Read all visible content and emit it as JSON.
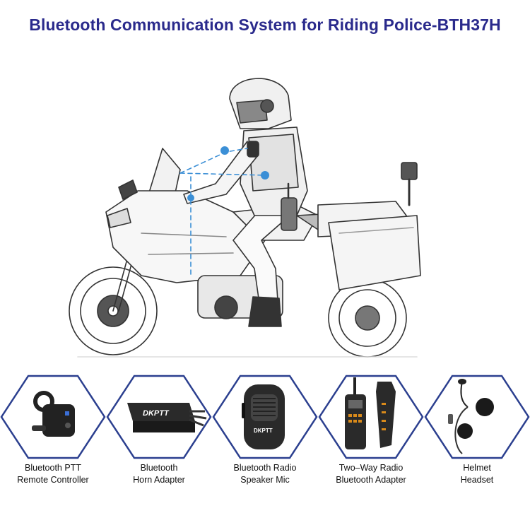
{
  "title": "Bluetooth Communication System for Riding Police-BTH37H",
  "colors": {
    "title": "#2a2a8c",
    "hex_border": "#2b3f8f",
    "bluetooth_dots": "#3b8fd6",
    "dashed_links": "#3b8fd6"
  },
  "illustration": {
    "subject": "police-officer-on-motorcycle",
    "icons": [
      "bluetooth-icon",
      "bluetooth-icon",
      "bluetooth-icon"
    ]
  },
  "products": [
    {
      "line1": "Bluetooth PTT",
      "line2": "Remote Controller",
      "icon": "ptt-remote-icon"
    },
    {
      "line1": "Bluetooth",
      "line2": "Horn Adapter",
      "icon": "horn-adapter-icon",
      "brand": "DKPTT"
    },
    {
      "line1": "Bluetooth Radio",
      "line2": "Speaker Mic",
      "icon": "speaker-mic-icon",
      "brand": "DKPTT"
    },
    {
      "line1": "Two–Way Radio",
      "line2": "Bluetooth Adapter",
      "icon": "radio-adapter-icon"
    },
    {
      "line1": "Helmet",
      "line2": "Headset",
      "icon": "headset-icon"
    }
  ]
}
